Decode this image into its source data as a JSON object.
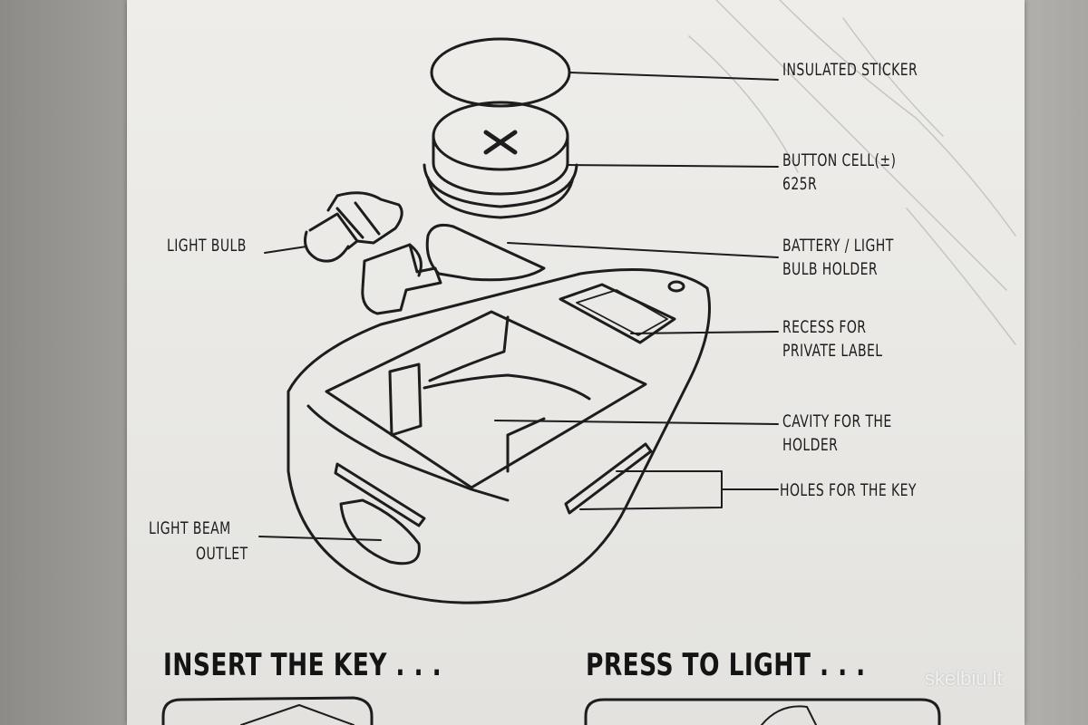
{
  "labels": {
    "insulated_sticker": "INSULATED STICKER",
    "button_cell_1": "BUTTON CELL(±)",
    "button_cell_2": "625R",
    "battery_holder_1": "BATTERY / LIGHT",
    "battery_holder_2": "BULB HOLDER",
    "recess_1": "RECESS FOR",
    "recess_2": "PRIVATE LABEL",
    "cavity_1": "CAVITY FOR THE",
    "cavity_2": "HOLDER",
    "holes": "HOLES FOR THE KEY",
    "light_bulb": "LIGHT BULB",
    "beam_1": "LIGHT BEAM",
    "beam_2": "OUTLET"
  },
  "steps": {
    "insert": "INSERT THE KEY . . .",
    "press": "PRESS TO LIGHT . . ."
  },
  "watermark": "skelbiu.lt",
  "colors": {
    "paper": "#ebeae6",
    "ink": "#1d1d1d",
    "background": "#9a9894"
  }
}
